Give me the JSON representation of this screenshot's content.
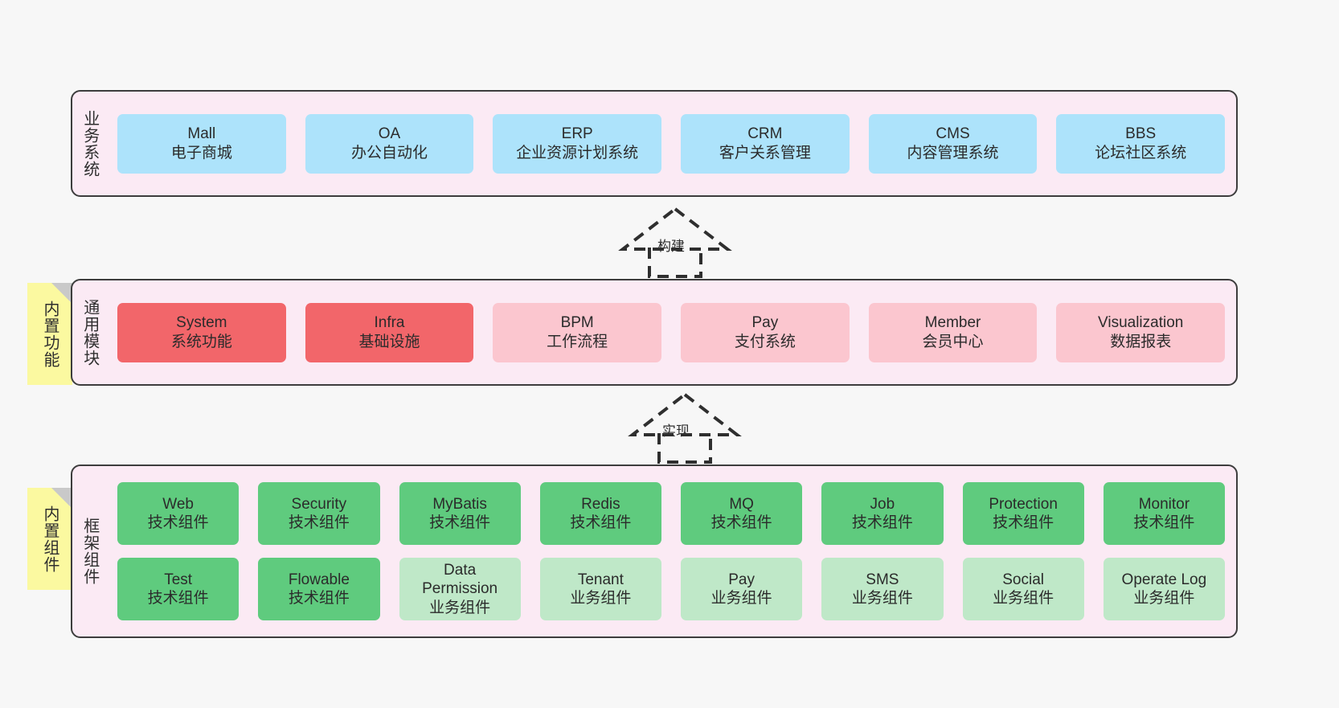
{
  "diagram": {
    "title": "",
    "background_color": "#f7f7f7",
    "layers": [
      {
        "id": "business",
        "label": "业务系统",
        "band_color": "#fbeaf4",
        "rows": [
          {
            "cells": [
              {
                "en": "Mall",
                "cn": "电子商城",
                "color": "#ade3fb",
                "tone": "blue"
              },
              {
                "en": "OA",
                "cn": "办公自动化",
                "color": "#ade3fb",
                "tone": "blue"
              },
              {
                "en": "ERP",
                "cn": "企业资源计划系统",
                "color": "#ade3fb",
                "tone": "blue"
              },
              {
                "en": "CRM",
                "cn": "客户关系管理",
                "color": "#ade3fb",
                "tone": "blue"
              },
              {
                "en": "CMS",
                "cn": "内容管理系统",
                "color": "#ade3fb",
                "tone": "blue"
              },
              {
                "en": "BBS",
                "cn": "论坛社区系统",
                "color": "#ade3fb",
                "tone": "blue"
              }
            ]
          }
        ]
      },
      {
        "id": "common",
        "label": "通用模块",
        "band_color": "#fbeaf4",
        "note": {
          "label": "内置功能",
          "color": "#fbf9a0"
        },
        "rows": [
          {
            "cells": [
              {
                "en": "System",
                "cn": "系统功能",
                "color": "#f2666a",
                "tone": "red"
              },
              {
                "en": "Infra",
                "cn": "基础设施",
                "color": "#f2666a",
                "tone": "red"
              },
              {
                "en": "BPM",
                "cn": "工作流程",
                "color": "#fbc6cf",
                "tone": "pink"
              },
              {
                "en": "Pay",
                "cn": "支付系统",
                "color": "#fbc6cf",
                "tone": "pink"
              },
              {
                "en": "Member",
                "cn": "会员中心",
                "color": "#fbc6cf",
                "tone": "pink"
              },
              {
                "en": "Visualization",
                "cn": "数据报表",
                "color": "#fbc6cf",
                "tone": "pink"
              }
            ]
          }
        ]
      },
      {
        "id": "frame",
        "label": "框架组件",
        "band_color": "#fbeaf4",
        "note": {
          "label": "内置组件",
          "color": "#fbf9a0"
        },
        "rows": [
          {
            "cells": [
              {
                "en": "Web",
                "cn": "技术组件",
                "color": "#5fcb7e",
                "tone": "green"
              },
              {
                "en": "Security",
                "cn": "技术组件",
                "color": "#5fcb7e",
                "tone": "green"
              },
              {
                "en": "MyBatis",
                "cn": "技术组件",
                "color": "#5fcb7e",
                "tone": "green"
              },
              {
                "en": "Redis",
                "cn": "技术组件",
                "color": "#5fcb7e",
                "tone": "green"
              },
              {
                "en": "MQ",
                "cn": "技术组件",
                "color": "#5fcb7e",
                "tone": "green"
              },
              {
                "en": "Job",
                "cn": "技术组件",
                "color": "#5fcb7e",
                "tone": "green"
              },
              {
                "en": "Protection",
                "cn": "技术组件",
                "color": "#5fcb7e",
                "tone": "green"
              },
              {
                "en": "Monitor",
                "cn": "技术组件",
                "color": "#5fcb7e",
                "tone": "green"
              }
            ]
          },
          {
            "cells": [
              {
                "en": "Test",
                "cn": "技术组件",
                "color": "#5fcb7e",
                "tone": "green"
              },
              {
                "en": "Flowable",
                "cn": "技术组件",
                "color": "#5fcb7e",
                "tone": "green"
              },
              {
                "en": "Data Permission",
                "cn": "业务组件",
                "color": "#bfe8c8",
                "tone": "lightgreen"
              },
              {
                "en": "Tenant",
                "cn": "业务组件",
                "color": "#bfe8c8",
                "tone": "lightgreen"
              },
              {
                "en": "Pay",
                "cn": "业务组件",
                "color": "#bfe8c8",
                "tone": "lightgreen"
              },
              {
                "en": "SMS",
                "cn": "业务组件",
                "color": "#bfe8c8",
                "tone": "lightgreen"
              },
              {
                "en": "Social",
                "cn": "业务组件",
                "color": "#bfe8c8",
                "tone": "lightgreen"
              },
              {
                "en": "Operate Log",
                "cn": "业务组件",
                "color": "#bfe8c8",
                "tone": "lightgreen"
              }
            ]
          }
        ]
      }
    ],
    "connectors": [
      {
        "id": "build",
        "label": "构建",
        "style": "dashed-hollow-triangle",
        "direction": "up"
      },
      {
        "id": "implement",
        "label": "实现",
        "style": "dashed-hollow-triangle",
        "direction": "up"
      }
    ]
  }
}
